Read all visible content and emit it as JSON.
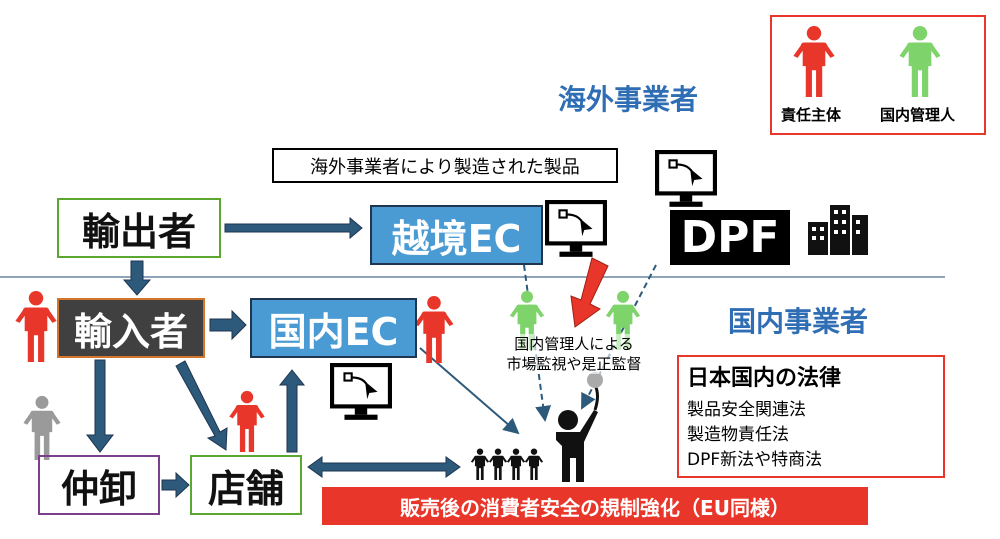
{
  "legend": {
    "responsible_label": "責任主体",
    "domestic_manager_label": "国内管理人"
  },
  "headers": {
    "overseas": "海外事業者",
    "domestic": "国内事業者"
  },
  "caption": "海外事業者により製造された製品",
  "nodes": {
    "exporter": "輸出者",
    "cross_border_ec": "越境EC",
    "dpf": "DPF",
    "importer": "輸入者",
    "domestic_ec": "国内EC",
    "wholesaler": "仲卸",
    "store": "店舗"
  },
  "monitoring_text": [
    "国内管理人による",
    "市場監視や是正監督"
  ],
  "law_box": {
    "title": "日本国内の法律",
    "items": [
      "製品安全関連法",
      "製造物責任法",
      "DPF新法や特商法"
    ]
  },
  "banner": "販売後の消費者安全の規制強化（EU同様）",
  "colors": {
    "responsible": "#e8372a",
    "manager": "#7ed36a",
    "accent_blue": "#2f6eb5",
    "arrow": "#2d5a7b"
  }
}
